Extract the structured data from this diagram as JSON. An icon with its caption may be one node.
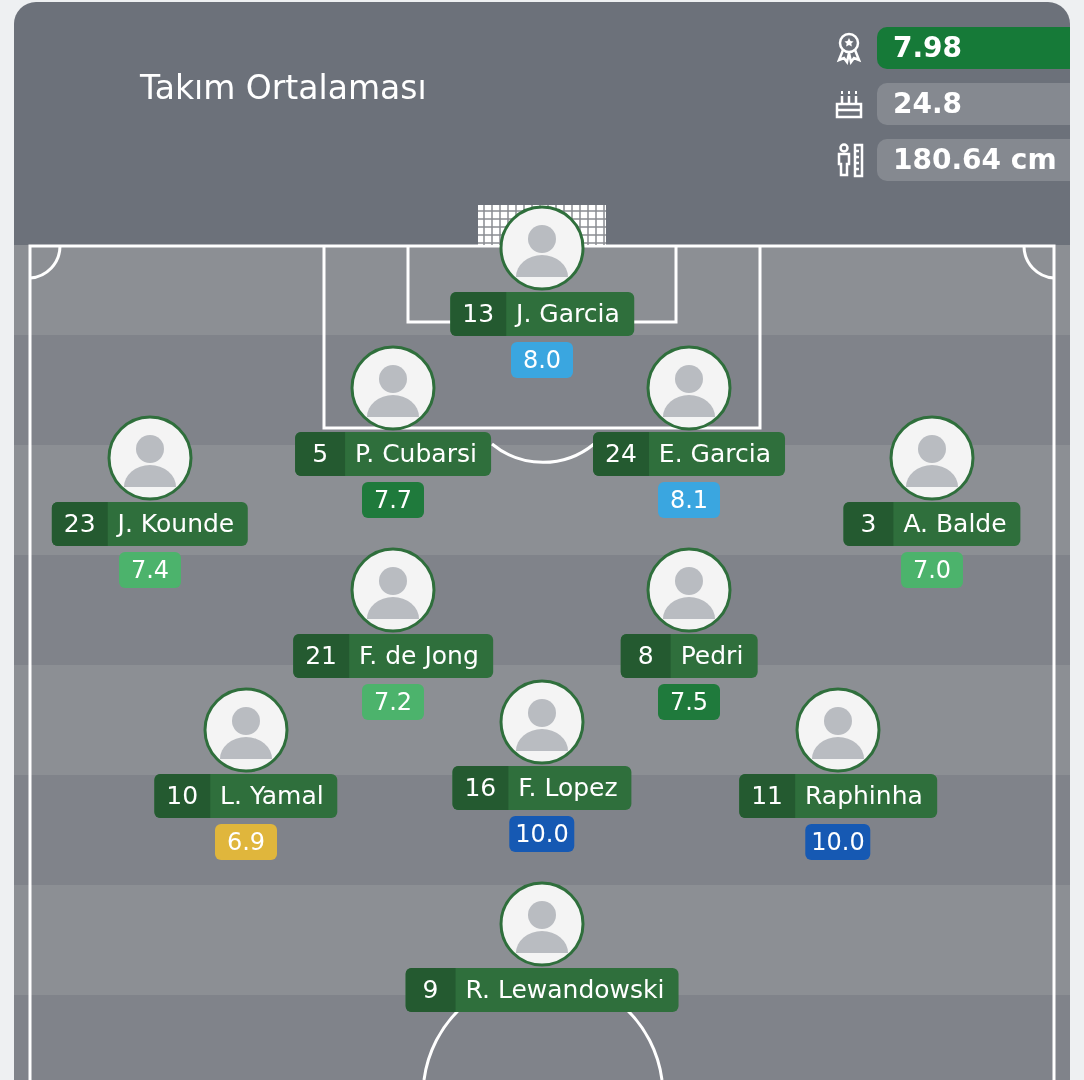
{
  "diagram": {
    "title": "Takım Ortalaması",
    "nodes": [
      {
        "text": [
          "13",
          "J. Garcia",
          "8.0"
        ]
      },
      {
        "text": [
          "5",
          "P. Cubarsi",
          "7.7"
        ]
      },
      {
        "text": [
          "24",
          "E. Garcia",
          "8.1"
        ]
      },
      {
        "text": [
          "23",
          "J. Kounde",
          "7.4"
        ]
      },
      {
        "text": [
          "3",
          "A. Balde",
          "7.0"
        ]
      },
      {
        "text": [
          "21",
          "F. de Jong",
          "7.2"
        ]
      },
      {
        "text": [
          "8",
          "Pedri",
          "7.5"
        ]
      },
      {
        "text": [
          "10",
          "L. Yamal",
          "6.9"
        ]
      },
      {
        "text": [
          "16",
          "F. Lopez",
          "10.0"
        ]
      },
      {
        "text": [
          "11",
          "Raphinha",
          "10.0"
        ]
      },
      {
        "text": [
          "9",
          "R. Lewandowski"
        ]
      }
    ],
    "labels": [
      "7.98",
      "24.8",
      "180.64 cm"
    ]
  }
}
